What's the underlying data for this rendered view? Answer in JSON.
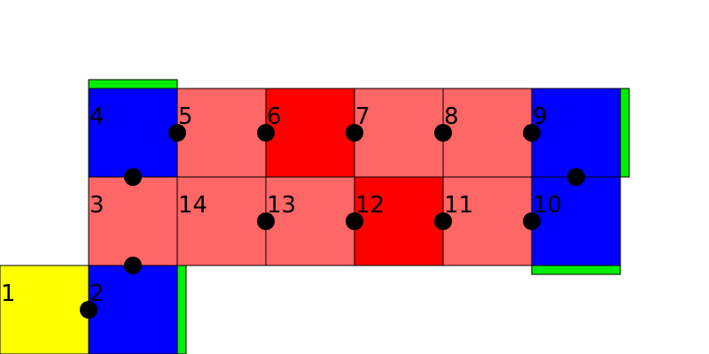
{
  "colors": {
    "start": "#ffff00",
    "blue": "#0000ff",
    "light_red": "#ff6666",
    "red": "#ff0000",
    "green": "#00ee00",
    "outline": "#000000",
    "dot": "#000000"
  },
  "cells": [
    {
      "label": "1",
      "type": "start"
    },
    {
      "label": "2",
      "type": "blue"
    },
    {
      "label": "3",
      "type": "light_red"
    },
    {
      "label": "4",
      "type": "blue"
    },
    {
      "label": "5",
      "type": "light_red"
    },
    {
      "label": "6",
      "type": "red"
    },
    {
      "label": "7",
      "type": "light_red"
    },
    {
      "label": "8",
      "type": "light_red"
    },
    {
      "label": "9",
      "type": "blue"
    },
    {
      "label": "10",
      "type": "blue"
    },
    {
      "label": "11",
      "type": "light_red"
    },
    {
      "label": "12",
      "type": "red"
    },
    {
      "label": "13",
      "type": "light_red"
    },
    {
      "label": "14",
      "type": "light_red"
    }
  ],
  "green_bars_on_cells": [
    "2",
    "4",
    "9",
    "10"
  ]
}
